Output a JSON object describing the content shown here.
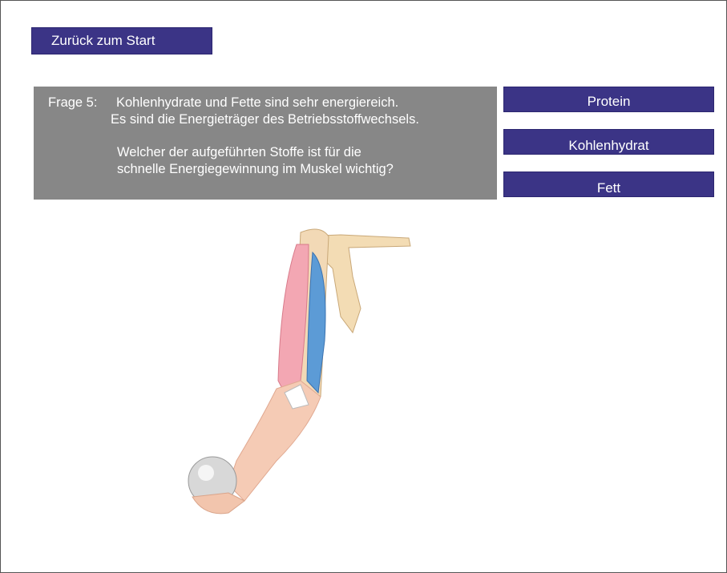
{
  "nav": {
    "back_label": "Zurück zum Start"
  },
  "question": {
    "label": "Frage 5:",
    "line1": "Kohlenhydrate und Fette sind sehr energiereich.",
    "line2": "Es sind die Energieträger des Betriebsstoffwechsels.",
    "line3": "Welcher der aufgeführten Stoffe ist für die",
    "line4": "schnelle Energiegewinnung im Muskel wichtig?"
  },
  "answers": [
    {
      "label": "Protein"
    },
    {
      "label": "Kohlenhydrat"
    },
    {
      "label": "Fett"
    }
  ],
  "colors": {
    "button": "#3b3486",
    "question_bg": "#878787"
  }
}
